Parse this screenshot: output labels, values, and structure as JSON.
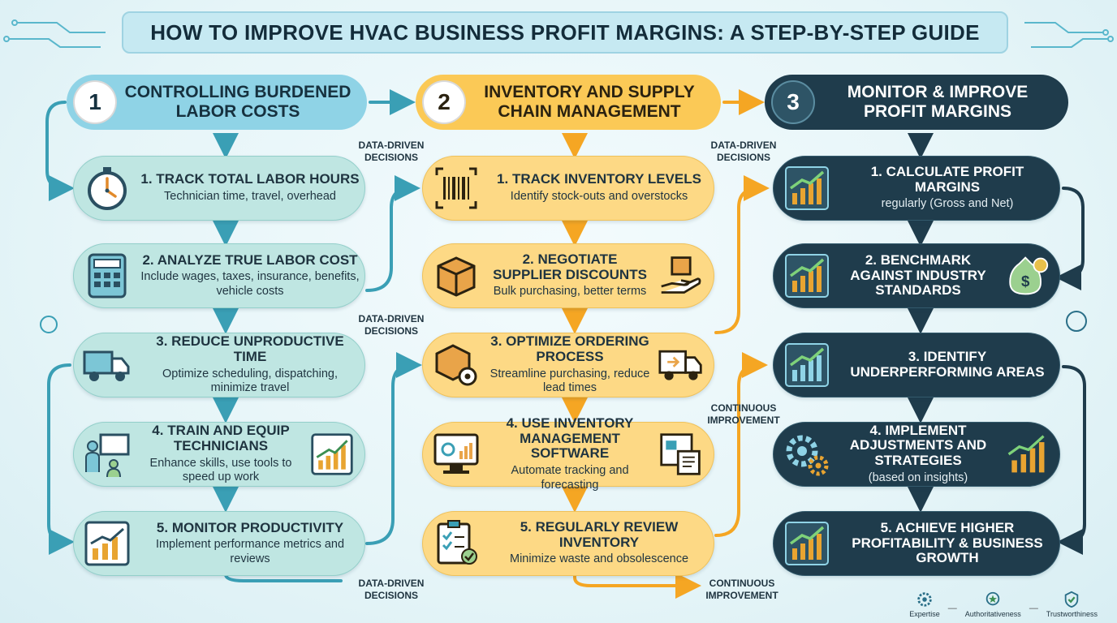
{
  "title": "HOW TO IMPROVE HVAC BUSINESS PROFIT MARGINS: A STEP-BY-STEP GUIDE",
  "columns": [
    {
      "number": "1",
      "heading_line1": "CONTROLLING BURDENED",
      "heading_line2": "LABOR COSTS",
      "color": "#8fd3e6",
      "steps": [
        {
          "title": "1. TRACK TOTAL LABOR HOURS",
          "subtitle": "Technician time, travel, overhead",
          "icon": "stopwatch-icon"
        },
        {
          "title": "2. ANALYZE TRUE LABOR COST",
          "subtitle": "Include wages, taxes, insurance, benefits, vehicle costs",
          "icon": "calculator-icon"
        },
        {
          "title": "3. REDUCE UNPRODUCTIVE TIME",
          "subtitle": "Optimize scheduling, dispatching, minimize travel",
          "icon": "truck-icon"
        },
        {
          "title": "4. TRAIN AND EQUIP TECHNICIANS",
          "subtitle": "Enhance skills, use tools to speed up work",
          "icon": "training-icon"
        },
        {
          "title": "5. MONITOR PRODUCTIVITY",
          "subtitle": "Implement performance metrics and reviews",
          "icon": "chart-icon"
        }
      ]
    },
    {
      "number": "2",
      "heading_line1": "INVENTORY AND SUPPLY",
      "heading_line2": "CHAIN MANAGEMENT",
      "color": "#fbc956",
      "steps": [
        {
          "title": "1. TRACK INVENTORY LEVELS",
          "subtitle": "Identify stock-outs and overstocks",
          "icon": "barcode-icon"
        },
        {
          "title": "2. NEGOTIATE SUPPLIER DISCOUNTS",
          "subtitle": "Bulk purchasing, better terms",
          "icon": "box-icon"
        },
        {
          "title": "3. OPTIMIZE ORDERING PROCESS",
          "subtitle": "Streamline purchasing, reduce lead times",
          "icon": "box-gear-icon"
        },
        {
          "title": "4. USE INVENTORY MANAGEMENT SOFTWARE",
          "subtitle": "Automate tracking and forecasting",
          "icon": "monitor-icon"
        },
        {
          "title": "5. REGULARLY REVIEW INVENTORY",
          "subtitle": "Minimize waste and obsolescence",
          "icon": "checklist-icon"
        }
      ]
    },
    {
      "number": "3",
      "heading_line1": "MONITOR & IMPROVE",
      "heading_line2": "PROFIT MARGINS",
      "color": "#1f3c4c",
      "steps": [
        {
          "title": "1. CALCULATE PROFIT MARGINS",
          "subtitle": "regularly (Gross and Net)",
          "icon": "growth-chart-icon"
        },
        {
          "title": "2. BENCHMARK AGAINST INDUSTRY STANDARDS",
          "subtitle": "",
          "icon": "growth-chart-icon"
        },
        {
          "title": "3. IDENTIFY UNDERPERFORMING AREAS",
          "subtitle": "",
          "icon": "growth-chart-icon"
        },
        {
          "title": "4. IMPLEMENT ADJUSTMENTS AND STRATEGIES",
          "subtitle": "(based on insights)",
          "icon": "gears-icon"
        },
        {
          "title": "5. ACHIEVE HIGHER PROFITABILITY & BUSINESS GROWTH",
          "subtitle": "",
          "icon": "growth-chart-icon"
        }
      ]
    }
  ],
  "connector_labels": {
    "data_driven_line1": "DATA-DRIVEN",
    "data_driven_line2": "DECISIONS",
    "continuous_line1": "CONTINUOUS",
    "continuous_line2": "IMPROVEMENT"
  },
  "footer": {
    "badges": [
      "Expertise",
      "Authoritativeness",
      "Trustworthiness"
    ],
    "separator": "—"
  },
  "colors": {
    "teal": "#3a9fb5",
    "orange": "#f5a623",
    "navy": "#1f3c4c"
  }
}
